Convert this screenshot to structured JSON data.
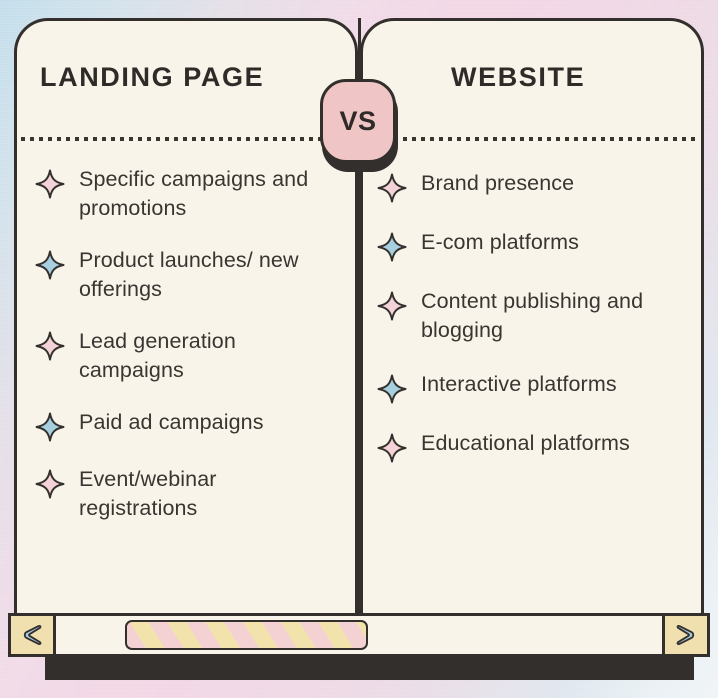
{
  "theme": {
    "panel_bg": "#f8f4e9",
    "outline": "#332f2c",
    "text": "#3a3531",
    "accent_pink": "#f0c5c6",
    "accent_blue": "#a7cfe0",
    "accent_yellow": "#f0dfaf",
    "stripe_pink": "#f4d2d3",
    "stripe_yellow": "#f2e3ad"
  },
  "vs_badge": {
    "label": "VS",
    "name": "vs-badge"
  },
  "columns": [
    {
      "id": "landing-page",
      "title": "LANDING PAGE",
      "items": [
        {
          "text": "Specific campaigns and promotions",
          "icon": "sparkle-icon",
          "icon_color": "pink"
        },
        {
          "text": "Product launches/ new offerings",
          "icon": "sparkle-icon",
          "icon_color": "blue"
        },
        {
          "text": "Lead generation campaigns",
          "icon": "sparkle-icon",
          "icon_color": "pink"
        },
        {
          "text": "Paid ad campaigns",
          "icon": "sparkle-icon",
          "icon_color": "blue"
        },
        {
          "text": "Event/webinar registrations",
          "icon": "sparkle-icon",
          "icon_color": "pink"
        }
      ]
    },
    {
      "id": "website",
      "title": "WEBSITE",
      "items": [
        {
          "text": "Brand presence",
          "icon": "sparkle-icon",
          "icon_color": "pink"
        },
        {
          "text": "E-com platforms",
          "icon": "sparkle-icon",
          "icon_color": "blue"
        },
        {
          "text": "Content publishing and blogging",
          "icon": "sparkle-icon",
          "icon_color": "pink"
        },
        {
          "text": "Interactive platforms",
          "icon": "sparkle-icon",
          "icon_color": "blue"
        },
        {
          "text": "Educational platforms",
          "icon": "sparkle-icon",
          "icon_color": "pink"
        }
      ]
    }
  ],
  "scrollbar": {
    "left_button": "scroll-left-arrow",
    "right_button": "scroll-right-arrow",
    "thumb": "scroll-thumb"
  }
}
